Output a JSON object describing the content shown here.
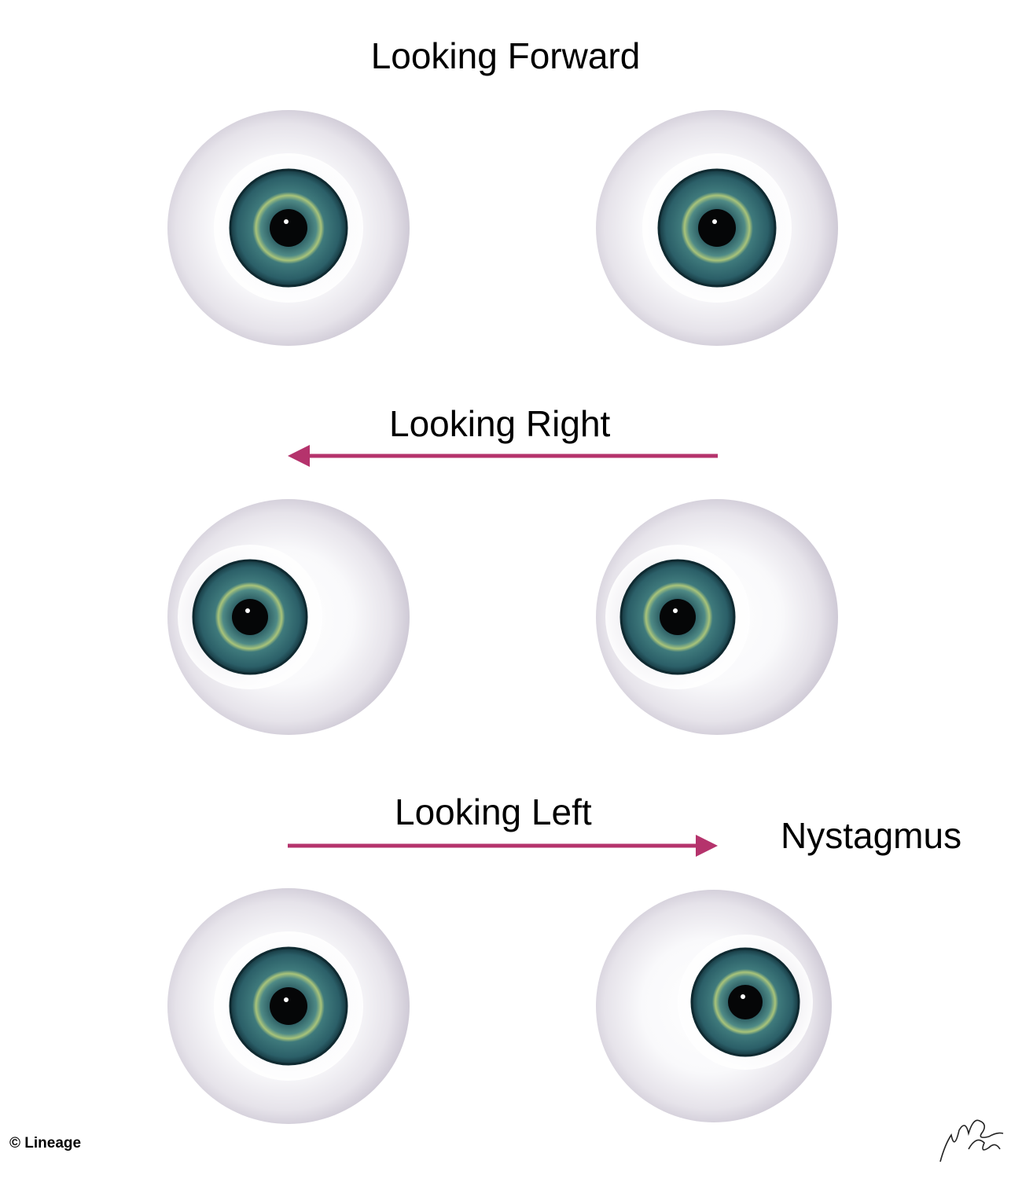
{
  "labels": {
    "forward": "Looking Forward",
    "right": "Looking Right",
    "left": "Looking Left",
    "nystagmus": "Nystagmus"
  },
  "copyright": "© Lineage",
  "colors": {
    "arrow": "#b5336c",
    "iris_outer": "#1f4b57",
    "iris_mid": "#3f7a7c",
    "iris_ring": "#a9c47a",
    "sclera": "#efedf1"
  },
  "icons": {
    "signature": "artist-signature"
  }
}
